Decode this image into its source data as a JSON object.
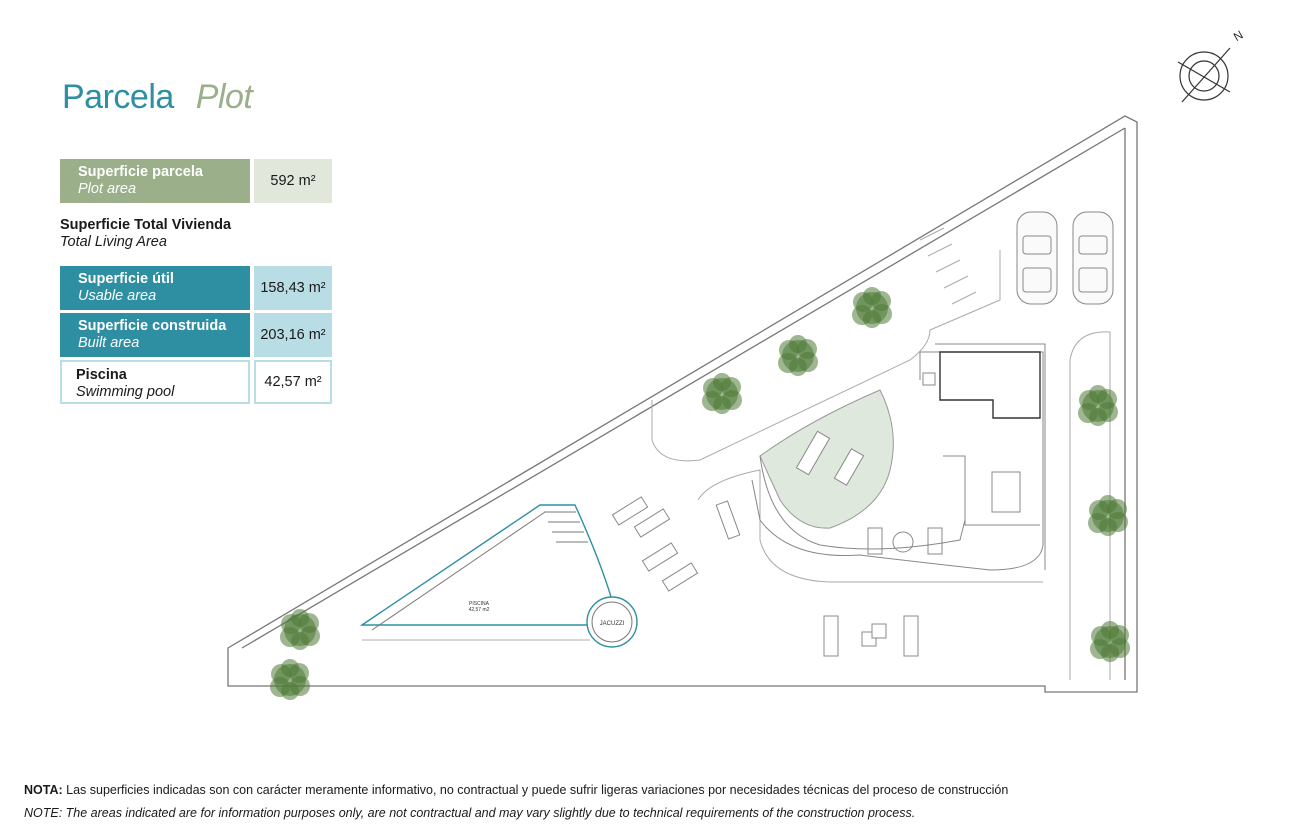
{
  "title": {
    "es": "Parcela",
    "en": "Plot"
  },
  "plot_area": {
    "label_es": "Superficie parcela",
    "label_en": "Plot area",
    "value": "592 m²"
  },
  "living_area": {
    "label_es": "Superficie Total Vivienda",
    "label_en": "Total Living Area"
  },
  "usable_area": {
    "label_es": "Superficie útil",
    "label_en": "Usable area",
    "value": "158,43 m²"
  },
  "built_area": {
    "label_es": "Superficie construida",
    "label_en": "Built area",
    "value": "203,16 m²"
  },
  "pool_area": {
    "label_es": "Piscina",
    "label_en": "Swimming pool",
    "value": "42,57 m²"
  },
  "plan": {
    "pool_label": "PISCINA",
    "pool_area_label": "42,57 m2",
    "jacuzzi_label": "JACUZZI",
    "compass_letter": "N"
  },
  "notes": {
    "es_prefix": "NOTA:",
    "es": " Las superficies indicadas son con carácter meramente informativo, no contractual y puede sufrir ligeras variaciones por necesidades técnicas del proceso de construcción",
    "en": "NOTE: The areas indicated are for information purposes only, are not contractual and may vary slightly due to technical requirements of the construction process."
  },
  "colors": {
    "teal": "#2e8fa3",
    "sage": "#9aaf8a",
    "light_teal": "#b8dde4",
    "light_sage": "#e2e7dc",
    "lawn": "#dfe8dc",
    "tree": "#4f7a36"
  }
}
